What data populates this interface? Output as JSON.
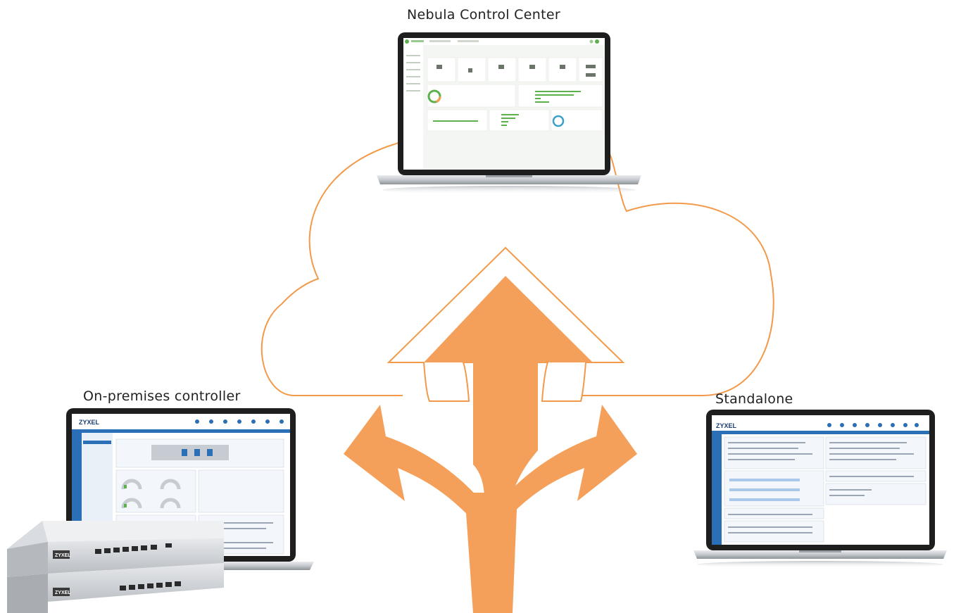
{
  "labels": {
    "cloud": "Nebula Control Center",
    "onprem": "On-premises controller",
    "standalone": "Standalone"
  },
  "screens": {
    "onprem_brand": "ZYXEL",
    "standalone_brand": "ZYXEL",
    "device_brand_1": "ZYXEL",
    "device_brand_2": "ZYXEL"
  },
  "colors": {
    "cloud_outline": "#f29a4a",
    "arrow_fill": "#f5a05a",
    "nebula_green": "#5db14d",
    "zyxel_blue": "#2b6fb6",
    "laptop_frame": "#2a2a2a",
    "laptop_base": "#c9ccd0"
  }
}
